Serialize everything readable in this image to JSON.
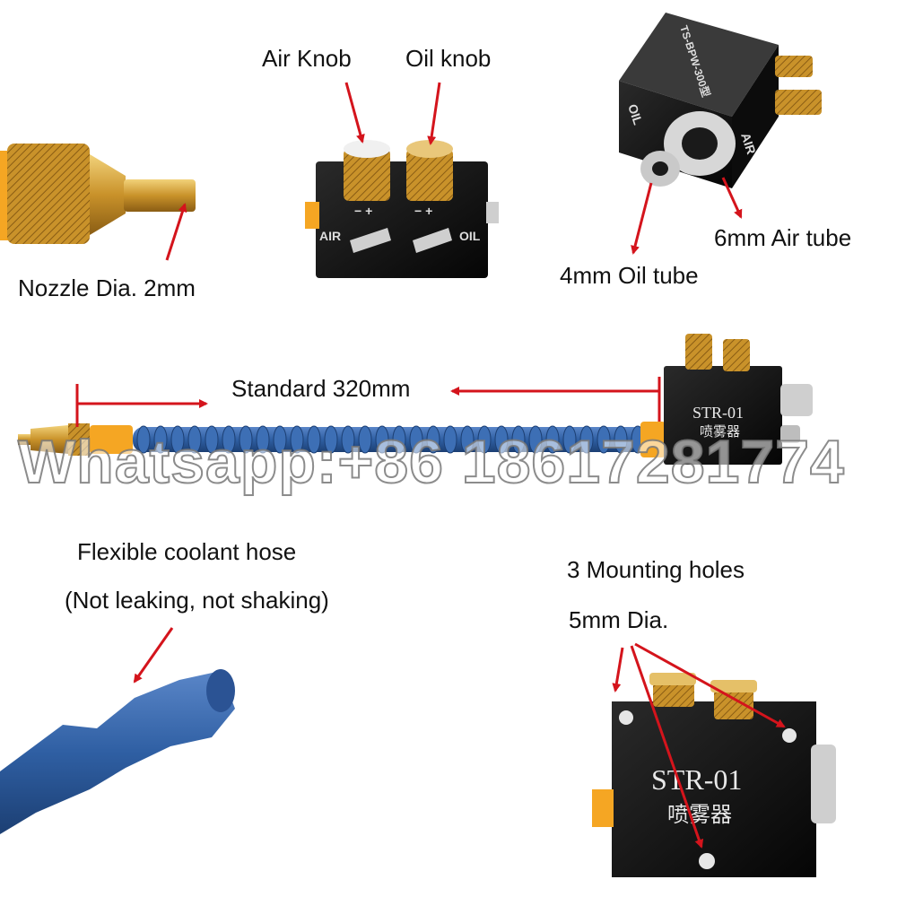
{
  "labels": {
    "nozzle_dia": "Nozzle Dia. 2mm",
    "air_knob": "Air Knob",
    "oil_knob": "Oil knob",
    "air_tube": "6mm Air tube",
    "oil_tube": "4mm Oil tube",
    "standard_length": "Standard 320mm",
    "flexible_hose": "Flexible coolant hose",
    "flexible_hose_note": "(Not leaking, not shaking)",
    "mounting_holes": "3 Mounting holes",
    "mounting_dia": "5mm Dia."
  },
  "block_markings": {
    "model": "STR-01",
    "chinese": "喷雾器",
    "air": "AIR",
    "oil": "OIL",
    "side_model": "TS-BPW-300型"
  },
  "watermark": "Whatsapp:+86 18617281774",
  "colors": {
    "arrow": "#d4141c",
    "hose_blue": "#2f5fa3",
    "fitting_orange": "#f5a623",
    "brass": "#c9922a",
    "block_black": "#111111"
  }
}
